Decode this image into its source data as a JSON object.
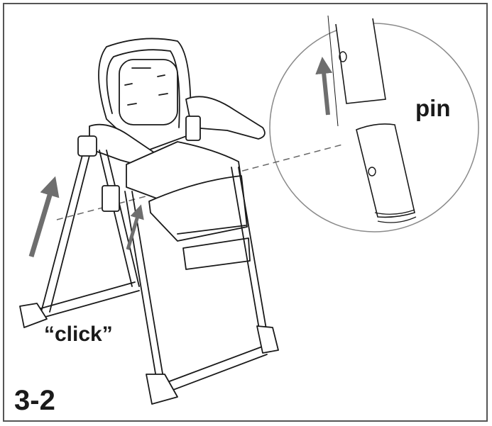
{
  "labels": {
    "pin": "pin",
    "click": "“click”",
    "step": "3-2"
  },
  "colors": {
    "line": "#1a1a1a",
    "arrow": "#6e6e6e",
    "frame": "#555555"
  }
}
